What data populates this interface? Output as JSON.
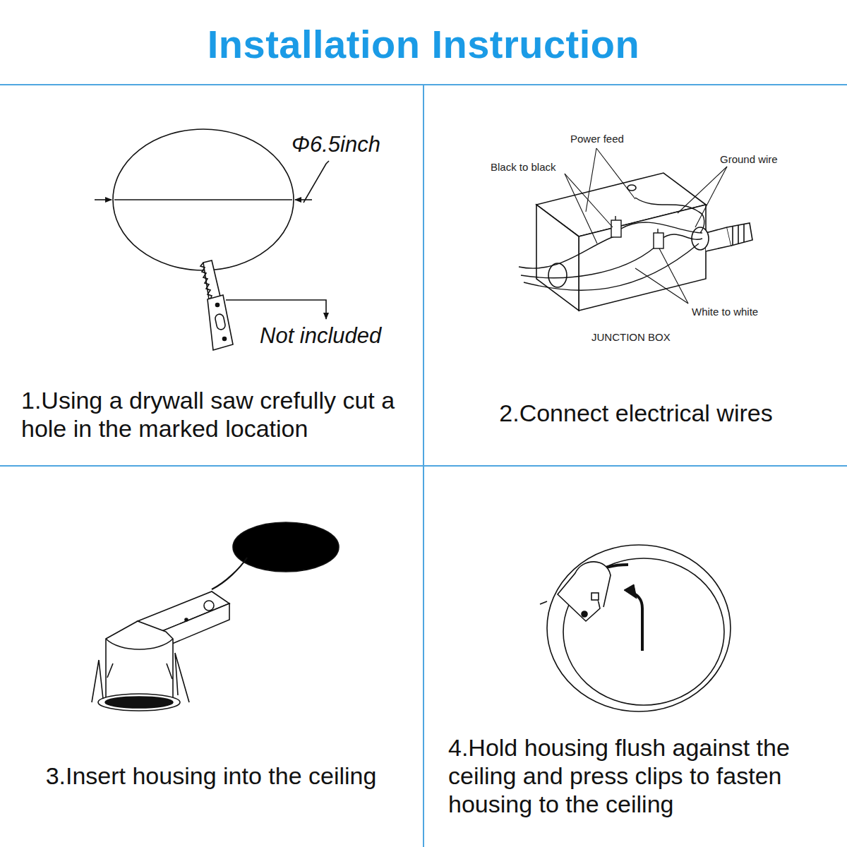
{
  "diagram": {
    "title": "Installation Instruction",
    "nodes": [
      {
        "text": [
          "1.Using a drywall saw crefully cut a hole in the marked location"
        ]
      },
      {
        "text": [
          "2.Connect electrical wires"
        ]
      },
      {
        "text": [
          "3.Insert housing into the ceiling"
        ]
      },
      {
        "text": [
          "4.Hold housing flush against the ceiling and press clips to fasten housing to the ceiling"
        ]
      }
    ],
    "labels": [
      "Φ6.5inch",
      "Not included",
      "Power feed",
      "Black to black",
      "Ground wire",
      "White to white",
      "JUNCTION BOX"
    ]
  }
}
